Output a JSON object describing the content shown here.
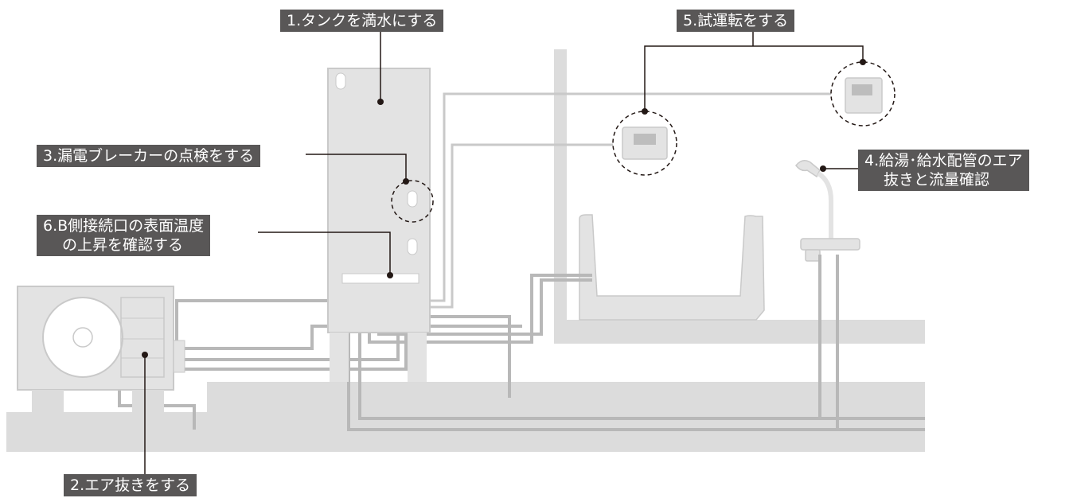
{
  "callouts": {
    "tank_fill": "1.タンクを満水にする",
    "air_vent": "2.エア抜きをする",
    "breaker_check": "3.漏電ブレーカーの点検をする",
    "piping_air": {
      "line1": "4.給湯･給水配管のエア",
      "line2": "抜きと流量確認"
    },
    "trial_run": "5.試運転をする",
    "b_port_temp": {
      "line1": "6.B側接続口の表面温度",
      "line2": "の上昇を確認する"
    }
  },
  "colors": {
    "label_bg": "#595757",
    "equipment_fill": "#e3e3e3",
    "pipe": "#b8b8b8",
    "wall": "#dcdcdc"
  }
}
